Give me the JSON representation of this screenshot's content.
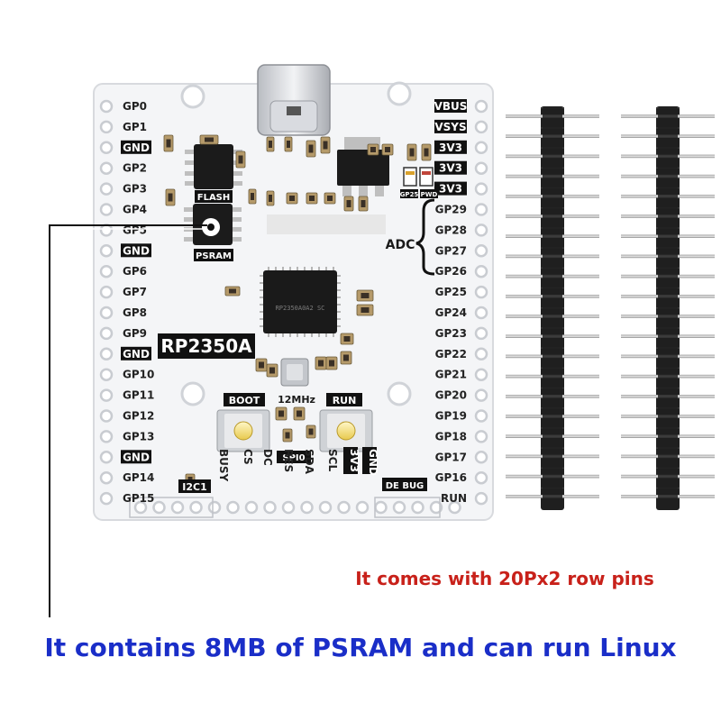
{
  "board": {
    "chip_name": "RP2350A",
    "left_pins": [
      "GP0",
      "GP1",
      "GND",
      "GP2",
      "GP3",
      "GP4",
      "GP5",
      "GND",
      "GP6",
      "GP7",
      "GP8",
      "GP9",
      "GND",
      "GP10",
      "GP11",
      "GP12",
      "GP13",
      "GND",
      "GP14",
      "GP15"
    ],
    "right_pins": [
      "VBUS",
      "VSYS",
      "3V3",
      "3V3",
      "3V3",
      "GP29",
      "GP28",
      "GP27",
      "GP26",
      "GP25",
      "GP24",
      "GP23",
      "GP22",
      "GP21",
      "GP20",
      "GP19",
      "GP18",
      "GP17",
      "GP16",
      "RUN"
    ],
    "flash_label": "FLASH",
    "psram_label": "PSRAM",
    "adc_label": "ADC",
    "boot_label": "BOOT",
    "run_label": "RUN",
    "crystal_label": "12MHz",
    "spi_label": "SPI0",
    "i2c_label": "I2C1",
    "debug_label": "DE BUG",
    "gp25_label": "GP25",
    "pwd_label": "PWD",
    "chip_marking": "RP2350A0A2 SC",
    "bottom_labels": [
      "BUSY",
      "CS",
      "DC",
      "RES",
      "SDA",
      "SCL",
      "3V3",
      "GND"
    ]
  },
  "captions": {
    "pins_note": "It comes with 20Px2 row pins",
    "psram_note": "It contains 8MB of PSRAM and can run Linux"
  },
  "colors": {
    "board": "#f4f5f7",
    "label_box": "#111111",
    "header_plastic": "#202020",
    "header_pin": "#c8c8c8",
    "red_text": "#c8211a",
    "blue_text": "#1a2ec8"
  }
}
